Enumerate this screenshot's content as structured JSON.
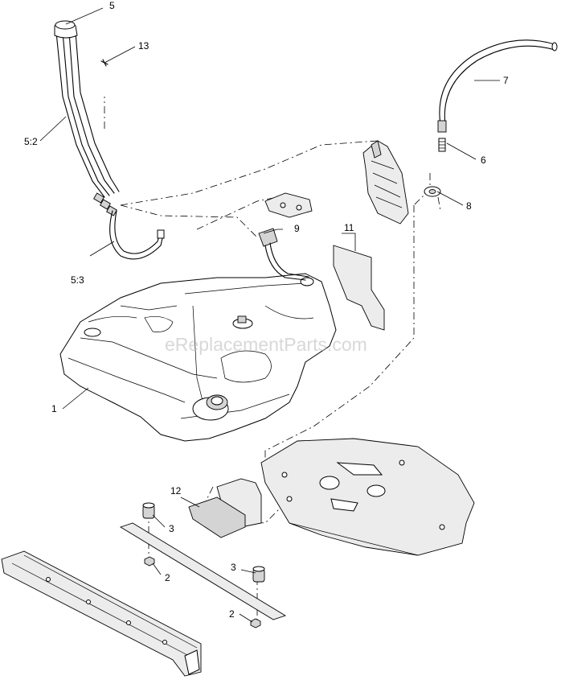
{
  "watermark": "eReplacementParts.com",
  "callouts": {
    "c1": "1",
    "c2a": "2",
    "c2b": "2",
    "c3a": "3",
    "c3b": "3",
    "c5": "5",
    "c5_2": "5:2",
    "c5_3": "5:3",
    "c6": "6",
    "c7": "7",
    "c8": "8",
    "c9": "9",
    "c11": "11",
    "c12": "12",
    "c13": "13"
  }
}
